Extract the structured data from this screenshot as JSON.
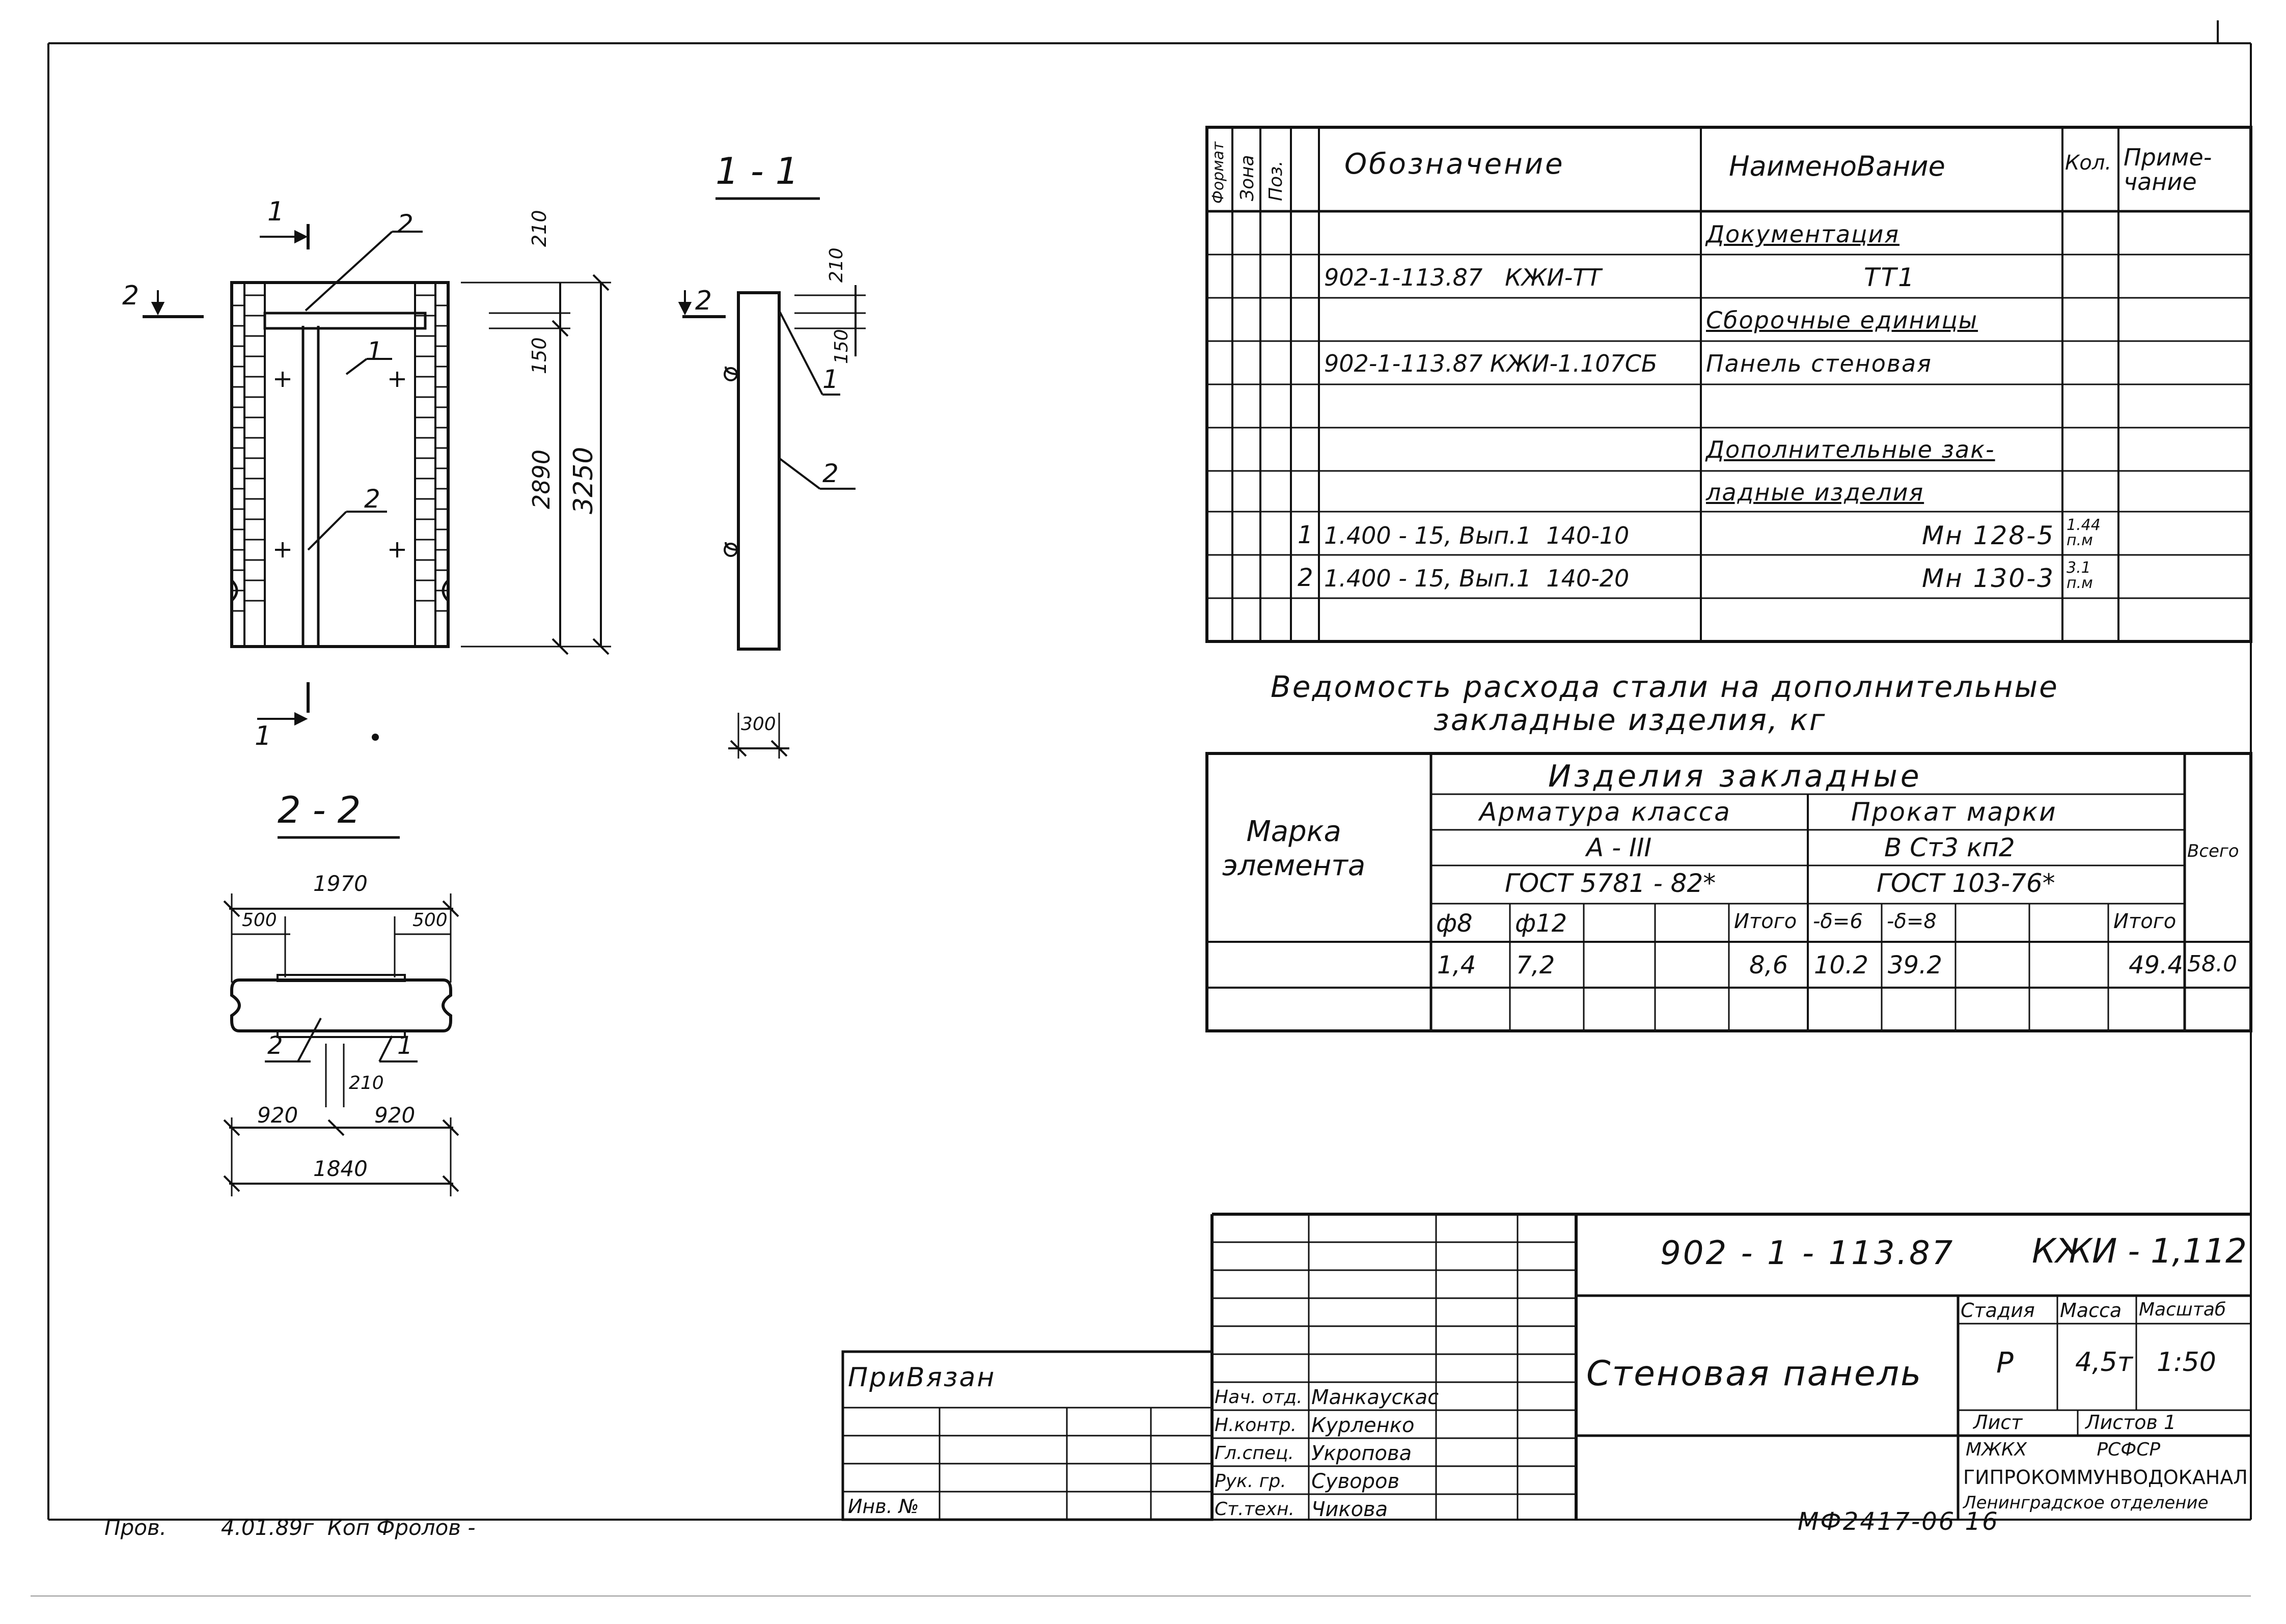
{
  "sections": {
    "s11": "1 - 1",
    "s22": "2 - 2"
  },
  "drawing": {
    "cut1_top": "1",
    "cut1_bottom": "1",
    "cut2_left": "2",
    "cut2_right": "2",
    "pos2_top": "2",
    "pos1_inner": "1",
    "pos2_mid": "2",
    "dim_210": "210",
    "dim_150": "150",
    "dim_2890": "2890",
    "dim_3250": "3250",
    "side_dim_210": "210",
    "side_dim_150": "150",
    "side_pos1": "1",
    "side_pos2": "2",
    "side_dim_300": "300",
    "plan_dim_1970": "1970",
    "plan_dim_500_left": "500",
    "plan_dim_500_right": "500",
    "plan_pos2": "2",
    "plan_pos1": "1",
    "plan_dim_210": "210",
    "plan_dim_920_left": "920",
    "plan_dim_920_right": "920",
    "plan_dim_1840": "1840"
  },
  "spec": {
    "headers": {
      "format": "Формат",
      "zone": "Зона",
      "pos": "Поз.",
      "designation": "Обозначение",
      "name": "НаименоВание",
      "qty": "Кол.",
      "note": "Приме-\nчание"
    },
    "rows": [
      {
        "pos": "",
        "designation": "",
        "name": "Документация",
        "qty": "",
        "underline": true
      },
      {
        "pos": "",
        "designation": "902-1-113.87   КЖИ-ТТ",
        "name": "ТТ1",
        "qty": ""
      },
      {
        "pos": "",
        "designation": "",
        "name": "Сборочные единицы",
        "qty": "",
        "underline": true
      },
      {
        "pos": "",
        "designation": "902-1-113.87 КЖИ-1.107СБ",
        "name": "Панель стеновая",
        "qty": ""
      },
      {
        "pos": "",
        "designation": "",
        "name": "",
        "qty": ""
      },
      {
        "pos": "",
        "designation": "",
        "name": "Дополнительные зак-",
        "qty": "",
        "underline": true
      },
      {
        "pos": "",
        "designation": "",
        "name": "ладные изделия",
        "qty": "",
        "underline": true
      },
      {
        "pos": "1",
        "designation": "1.400 - 15, Вып.1  140-10",
        "name": "Мн 128-5",
        "qty": "1.44\nп.м"
      },
      {
        "pos": "2",
        "designation": "1.400 - 15, Вып.1  140-20",
        "name": "Мн 130-3",
        "qty": "3.1\nп.м"
      }
    ]
  },
  "steel": {
    "title_line1": "Ведомость расхода стали на дополнительные",
    "title_line2": "закладные  изделия, кг",
    "mark_label": "Марка\nэлемента",
    "group_label": "Изделия  закладные",
    "armatura": "Арматура  класса",
    "armatura_class": "А - III",
    "armatura_gost": "ГОСТ 5781 - 82*",
    "prokat": "Прокат  марки",
    "prokat_mark": "В Ст3 кп2",
    "prokat_gost": "ГОСТ 103-76*",
    "total_label": "Всего",
    "sub_headers": [
      "ф8",
      "ф12",
      "",
      "",
      "Итого",
      "-δ=6",
      "-δ=8",
      "",
      "",
      "Итого"
    ],
    "values": [
      "1,4",
      "7,2",
      "",
      "",
      "8,6",
      "10.2",
      "39.2",
      "",
      "",
      "49.4"
    ],
    "grand_total": "58.0"
  },
  "title_block": {
    "code": "902 - 1 - 113.87",
    "sheet_code": "КЖИ - 1,112",
    "title": "Стеновая панель",
    "stage_label": "Стадия",
    "mass_label": "Масса",
    "scale_label": "Масштаб",
    "stage": "Р",
    "mass": "4,5т",
    "scale": "1:50",
    "sheet_label": "Лист",
    "sheets_label": "Листов 1",
    "org1": "МЖКХ            РСФСР",
    "org2": "ГИПРОКОММУНВОДОКАНАЛ",
    "org3": "Ленинградское отделение",
    "privyazan": "ПриВязан",
    "inv": "Инв. №",
    "staff": [
      {
        "role": "Нач. отд.",
        "name": "Манкаускас"
      },
      {
        "role": "Н.контр.",
        "name": "Курленко"
      },
      {
        "role": "Гл.спец.",
        "name": "Укропова"
      },
      {
        "role": "Рук. гр.",
        "name": "Суворов"
      },
      {
        "role": "Ст.техн.",
        "name": "Чикова"
      }
    ]
  },
  "footer": {
    "check": "Пров.        4.01.89г  Коп Фролов -",
    "archive": "МФ2417-06  16"
  }
}
